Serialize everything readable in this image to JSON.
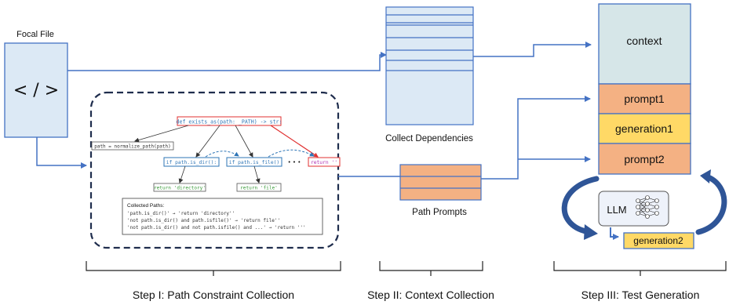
{
  "focal_file": {
    "label": "Focal File",
    "icon_text": "< / >"
  },
  "code_tree": {
    "root": "def exists_as(path: _PATH) -> str:",
    "normalize": "path = normalize_path(path)",
    "if_dir": "if path.is_dir():",
    "if_file": "if path.is_file()",
    "ellipsis": "• • •",
    "return_empty": "return ''",
    "return_dir": "return 'directory'",
    "return_file": "return 'file'",
    "collected_title": "Collected Paths:",
    "collected_paths": [
      "'path.is_dir()' → 'return 'directory''",
      "'not path.is_dir() and path.isfile()' → 'return file''",
      "'not path.is_dir() and not path.isfile() and ...' → 'return '''"
    ]
  },
  "dependencies_label": "Collect Dependencies",
  "path_prompts_label": "Path Prompts",
  "stack": {
    "context": "context",
    "prompt1": "prompt1",
    "generation1": "generation1",
    "prompt2": "prompt2"
  },
  "llm": {
    "label": "LLM",
    "generation2": "generation2"
  },
  "steps": [
    "Step I: Path Constraint Collection",
    "Step II: Context Collection",
    "Step III: Test Generation"
  ],
  "colors": {
    "blue_arrow": "#4472c4",
    "light_blue_fill": "#dce9f5",
    "orange_fill": "#f4b183",
    "yellow_fill": "#ffd966",
    "context_fill": "#d6e6e8",
    "dashed_box": "#1f2d4d",
    "red": "#e03030",
    "code_blue": "#2e75b6",
    "code_green": "#3a9a3a",
    "code_purple": "#b030b0"
  }
}
